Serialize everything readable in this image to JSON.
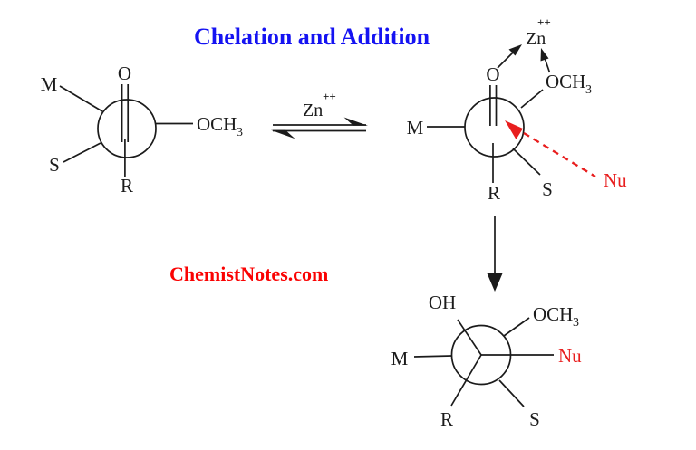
{
  "title": {
    "text": "Chelation and Addition",
    "color": "#1513f2"
  },
  "watermark": {
    "text": "ChemistNotes.com",
    "color": "#fa0202"
  },
  "colors": {
    "bond": "#1b1b1b",
    "nucleophile_red": "#e81e1e"
  },
  "equilibrium_arrow": {
    "metal": "Zn",
    "charge": "++"
  },
  "reactant": {
    "carbonyl_o": "O",
    "medium_group": "M",
    "small_group": "S",
    "large_group": "R",
    "methoxy": "OCH",
    "methoxy_sub": "3"
  },
  "chelate": {
    "carbonyl_o": "O",
    "medium_group": "M",
    "small_group": "S",
    "large_group": "R",
    "methoxy": "OCH",
    "methoxy_sub": "3",
    "metal": "Zn",
    "metal_charge": "++",
    "nucleophile": "Nu"
  },
  "product": {
    "hydroxyl": "OH",
    "medium_group": "M",
    "small_group": "S",
    "large_group": "R",
    "methoxy": "OCH",
    "methoxy_sub": "3",
    "nucleophile": "Nu"
  }
}
